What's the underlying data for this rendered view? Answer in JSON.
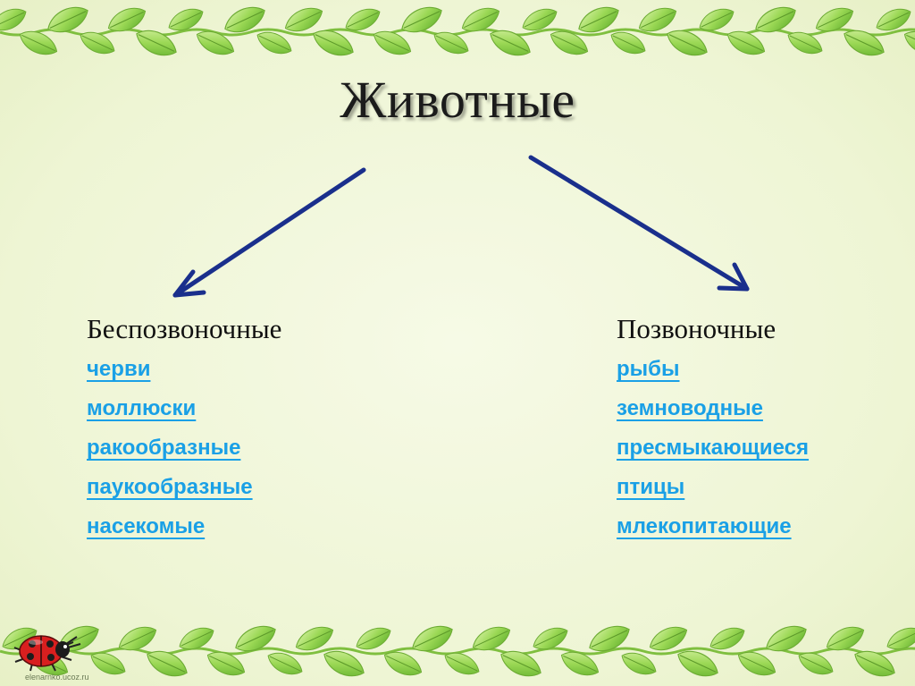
{
  "title": "Животные",
  "left": {
    "heading": "Беспозвоночные",
    "items": [
      "черви",
      "моллюски",
      "ракообразные",
      "паукообразные",
      "насекомые"
    ]
  },
  "right": {
    "heading": "Позвоночные",
    "items": [
      "рыбы",
      "земноводные",
      "пресмыкающиеся",
      "птицы",
      "млекопитающие"
    ]
  },
  "watermark": "elenarnko.ucoz.ru",
  "colors": {
    "background": "#f2f7dc",
    "arrow": "#1a2f8c",
    "link": "#1aa0e6",
    "leaf": "#8fd14f"
  },
  "decorations": [
    "leaf-vine-top",
    "leaf-vine-bottom",
    "ladybug"
  ]
}
